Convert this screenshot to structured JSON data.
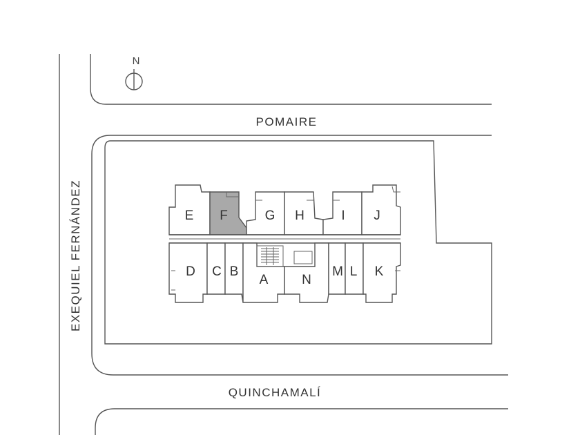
{
  "north": {
    "label": "N",
    "icon": "north-arrow-icon"
  },
  "streets": {
    "north": "POMAIRE",
    "west": "EXEQUIEL FERNÁNDEZ",
    "south": "QUINCHAMALÍ"
  },
  "units": {
    "top_row": [
      "E",
      "F",
      "G",
      "H",
      "I",
      "J"
    ],
    "bottom_row": [
      "D",
      "C",
      "B",
      "A",
      "N",
      "M",
      "L",
      "K"
    ],
    "highlighted": "F"
  },
  "colors": {
    "highlight": "#a9a9a9",
    "lines": "#555555",
    "text": "#333333"
  }
}
